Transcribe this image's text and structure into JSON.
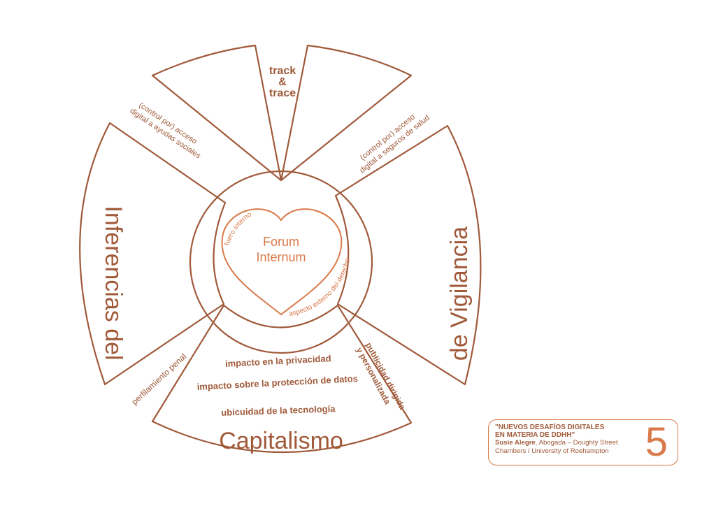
{
  "center": {
    "title_line1": "Forum",
    "title_line2": "Internum",
    "arc_inner": "fuero interno",
    "arc_outer": "aspecto externo del derecho"
  },
  "spokes": {
    "top": [
      "track",
      "&",
      "trace"
    ],
    "top_left": [
      "(control por) acceso",
      "digital a ayudas sociales"
    ],
    "top_right": [
      "(control por) acceso",
      "digital a seguros de salud"
    ],
    "bottom_left": "perfilamiento penal",
    "bottom_right": [
      "publicidad dirigida",
      "y personalizada"
    ]
  },
  "segments": {
    "left": "Inferencias del",
    "right": "de Vigilancia",
    "bottom": "Capitalismo"
  },
  "bottom_items": [
    "impacto en la privacidad",
    "impacto sobre la protección de datos",
    "ubicuidad de la tecnología"
  ],
  "caption": {
    "title_line1": "\"NUEVOS DESAFÍOS DIGITALES",
    "title_line2": "EN MATERIA DE DDHH\"",
    "author": "Susie Alegre",
    "affiliation": ", Abogada – Doughty Street",
    "affiliation_line2": "Chambers / University of Roehampton",
    "number": "5"
  },
  "colors": {
    "brown": "#a05a3a",
    "orange": "#d97a4a"
  }
}
